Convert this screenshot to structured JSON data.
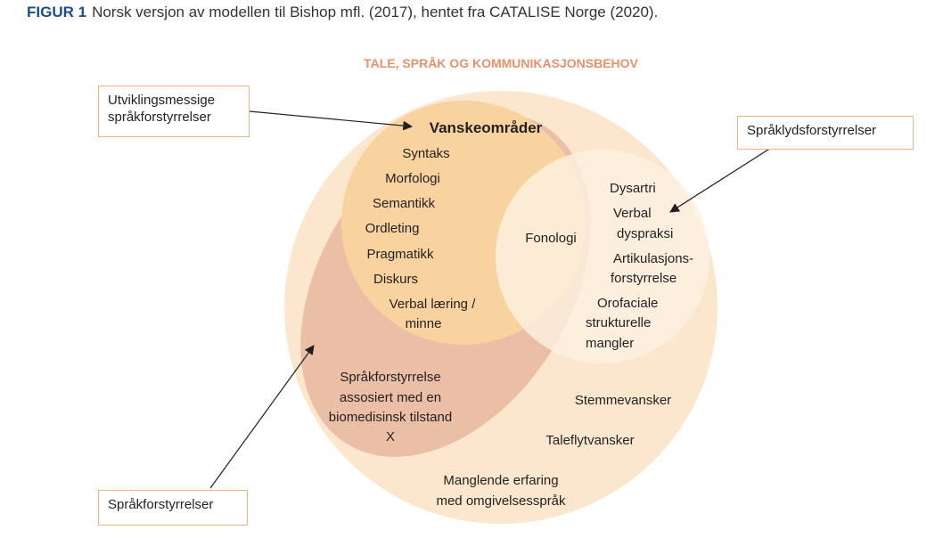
{
  "caption": {
    "label": "FIGUR 1",
    "text": "Norsk versjon av modellen til Bishop mfl. (2017), hentet fra CATALISE Norge (2020)."
  },
  "diagram": {
    "title": "TALE, SPRÅK OG KOMMUNIKASJONSBEHOV",
    "colors": {
      "title": "#e8916a",
      "outer_circle": "#fbe7cd",
      "difficulty_area": "#f8d3a0",
      "language_disorder_area": "#ebbfa6",
      "sound_circle": "#fdf0e0",
      "box_border": "#f0b183"
    },
    "areas": {
      "heading": "Vanskeområder",
      "items": [
        "Syntaks",
        "Morfologi",
        "Semantikk",
        "Ordleting",
        "Pragmatikk",
        "Diskurs",
        "Verbal læring /",
        "minne"
      ],
      "overlap": "Fonologi",
      "sound_items": [
        "Dysartri",
        "Verbal",
        "dyspraksi",
        "Artikulasjons-",
        "forstyrrelse",
        "Orofaciale",
        "strukturelle",
        "mangler"
      ],
      "biomedical": [
        "Språkforstyrrelse",
        "assosiert med en",
        "biomedisinsk tilstand",
        "X"
      ],
      "voice": "Stemmevansker",
      "fluency": "Taleflytvansker",
      "experience": [
        "Manglende erfaring",
        "med omgivelsesspråk"
      ]
    },
    "callouts": {
      "developmental": [
        "Utviklingsmessige",
        "språkforstyrrelser"
      ],
      "speech_sound": "Språklydsforstyrrelser",
      "language": "Språkforstyrrelser"
    }
  }
}
